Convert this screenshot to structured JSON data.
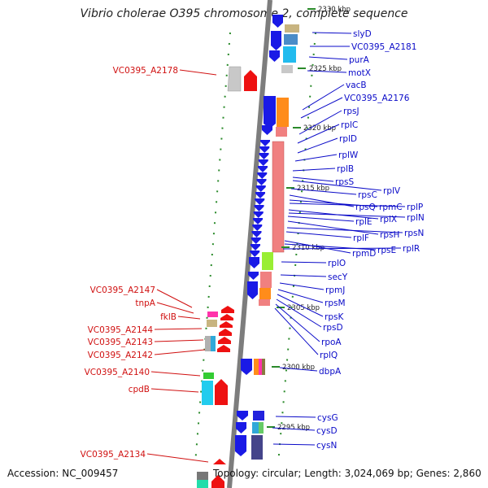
{
  "title": "Vibrio cholerae O395 chromosome 2, complete sequence",
  "footer": {
    "accession_label": "Accession:",
    "accession": "NC_009457",
    "topology_label": "Topology:",
    "topology": "circular",
    "length_label": "Length:",
    "length": "3,024,069 bp",
    "genes_label": "Genes:",
    "genes": "2,860"
  },
  "colors": {
    "forward_label": "#0a0ac8",
    "reverse_label": "#d01010",
    "backbone": "#7d7d7d",
    "tick": "#2a8a2a"
  },
  "ticks": [
    "2330 kbp",
    "2325 kbp",
    "2320 kbp",
    "2315 kbp",
    "2310 kbp",
    "2305 kbp",
    "2300 kbp",
    "2295 kbp"
  ],
  "forward_labels": [
    "slyD",
    "VC0395_A2181",
    "purA",
    "motX",
    "vacB",
    "VC0395_A2176",
    "rpsJ",
    "rplC",
    "rplD",
    "rplW",
    "rplB",
    "rpsS",
    "rplV",
    "rpsC",
    "rpsQ",
    "rpmC",
    "rplP",
    "rplX",
    "rplN",
    "rplE",
    "rpsH",
    "rpsN",
    "rplF",
    "rpmD",
    "rpsE",
    "rplR",
    "rplO",
    "secY",
    "rpmJ",
    "rpsM",
    "rpsK",
    "rpsD",
    "rpoA",
    "rplQ",
    "dbpA",
    "cysG",
    "cysD",
    "cysN"
  ],
  "reverse_labels": [
    "VC0395_A2178",
    "VC0395_A2147",
    "tnpA",
    "fklB",
    "VC0395_A2144",
    "VC0395_A2143",
    "VC0395_A2142",
    "VC0395_A2140",
    "cpdB",
    "VC0395_A2134"
  ]
}
